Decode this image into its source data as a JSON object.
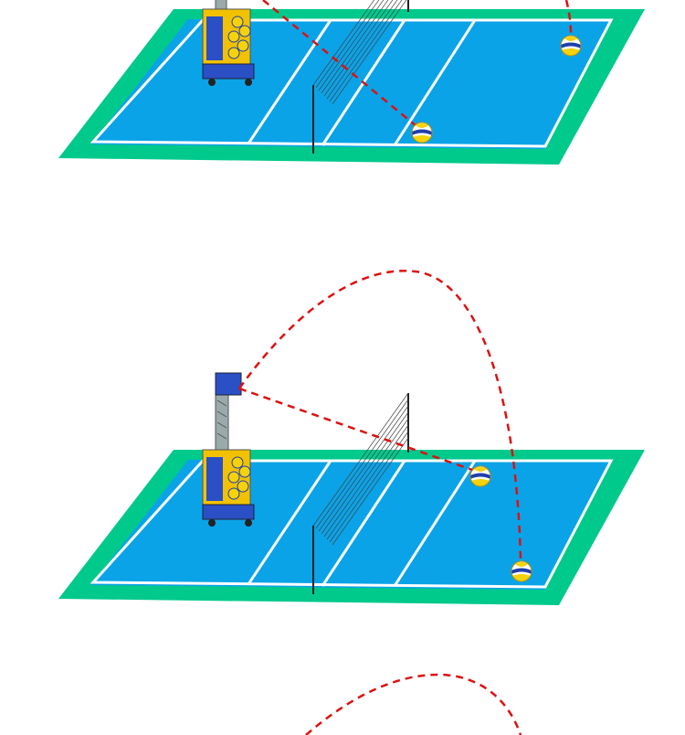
{
  "colors": {
    "background": "#ffffff",
    "court_border": "#00c98c",
    "court_surface": "#0aa3e8",
    "court_lines": "#ffffff",
    "trajectory": "#dd1111",
    "net_post": "#222222",
    "machine_body": "#f2c200",
    "machine_blue": "#2b4fc4",
    "ball_yellow": "#f5d20a",
    "ball_blue": "#1f3fae",
    "ball_white": "#ffffff"
  },
  "panels": [
    {
      "machine_icon": "volleyball-machine-icon",
      "ball_icon": "volleyball-icon",
      "trajectory": "dashed-line"
    },
    {
      "machine_icon": "volleyball-machine-icon",
      "ball_icon": "volleyball-icon",
      "trajectory": "dashed-arc"
    },
    {
      "trajectory": "dashed-arc"
    }
  ]
}
